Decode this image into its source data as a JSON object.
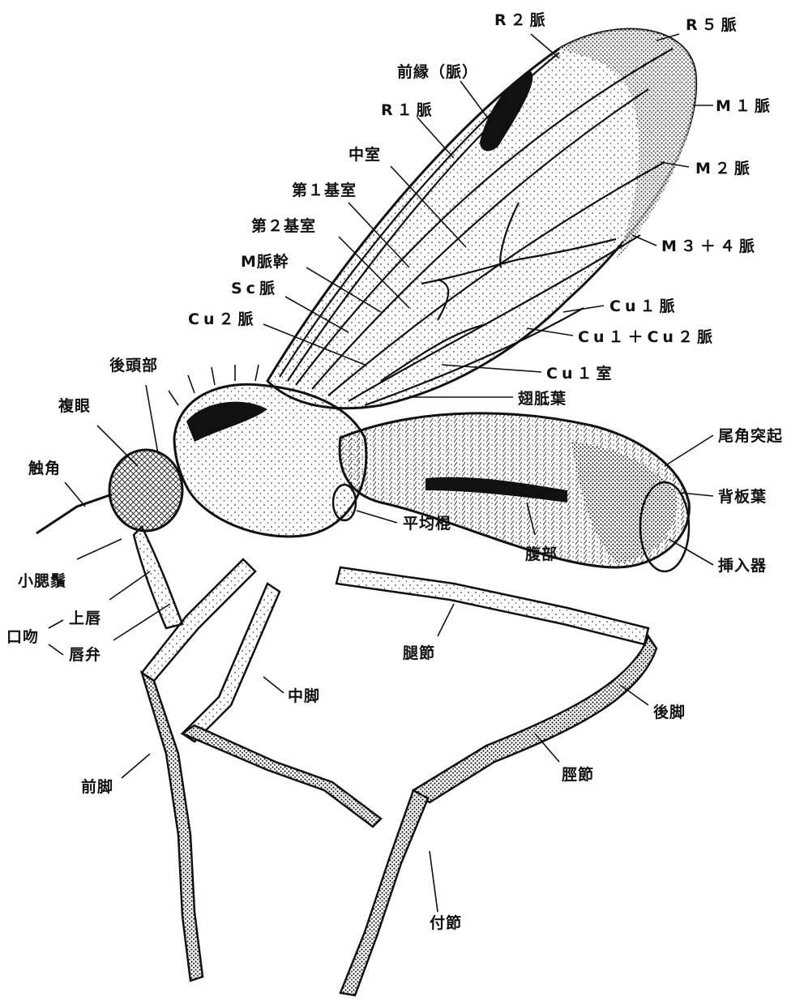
{
  "figure": {
    "labels": {
      "r2_vein": "R２脈",
      "r5_vein": "R５脈",
      "costa": "前縁（脈）",
      "m1_vein": "M１脈",
      "r1_vein": "R１脈",
      "discal_cell": "中室",
      "m2_vein": "M２脈",
      "basal_cell_1": "第１基室",
      "basal_cell_2": "第２基室",
      "m3_4_vein": "M３＋４脈",
      "m_stem": "M脈幹",
      "sc_vein": "Sc脈",
      "cu1_vein": "Cu１脈",
      "cu2_vein": "Cu２脈",
      "cu1_cu2_vein": "Cu１＋Cu２脈",
      "occiput": "後頭部",
      "cu1_cell": "Cu１室",
      "compound_eye": "複眼",
      "alula": "翅胝葉",
      "cercus": "尾角突起",
      "antenna": "触角",
      "tergal_lobe": "背板葉",
      "halter": "平均棍",
      "abdomen": "腹部",
      "intromittent_organ": "挿入器",
      "palp": "小腮鬚",
      "labrum": "上唇",
      "mouthparts": "口吻",
      "labellum": "唇弁",
      "femur": "腿節",
      "mid_leg": "中脚",
      "hind_leg": "後脚",
      "tibia": "脛節",
      "fore_leg": "前脚",
      "tarsus": "付節"
    }
  },
  "colors": {
    "ink": "#111111",
    "paper": "#ffffff",
    "stipple": "#3a3a3a",
    "dark_pattern": "#1a1a1a"
  }
}
